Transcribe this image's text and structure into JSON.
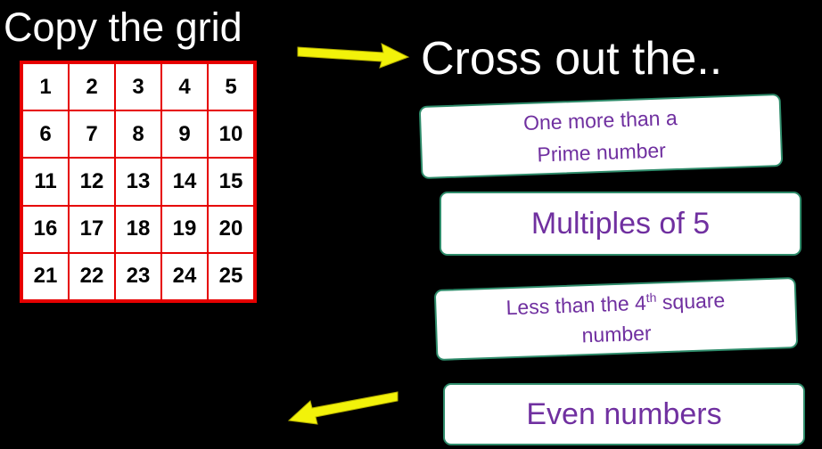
{
  "title_left": "Copy the grid",
  "title_right": "Cross out the..",
  "grid": {
    "rows": [
      [
        "1",
        "2",
        "3",
        "4",
        "5"
      ],
      [
        "6",
        "7",
        "8",
        "9",
        "10"
      ],
      [
        "11",
        "12",
        "13",
        "14",
        "15"
      ],
      [
        "16",
        "17",
        "18",
        "19",
        "20"
      ],
      [
        "21",
        "22",
        "23",
        "24",
        "25"
      ]
    ]
  },
  "cards": {
    "c1_line1": "One more than a",
    "c1_line2": "Prime number",
    "c2": "Multiples of 5",
    "c3_pre": "Less than the 4",
    "c3_sup": "th",
    "c3_post": " square",
    "c3_line2": "number",
    "c4": "Even numbers"
  },
  "colors": {
    "background": "#000000",
    "grid_border": "#e60000",
    "card_text": "#7030a0",
    "card_border": "#2e8b6a",
    "arrow": "#f2f20a"
  }
}
